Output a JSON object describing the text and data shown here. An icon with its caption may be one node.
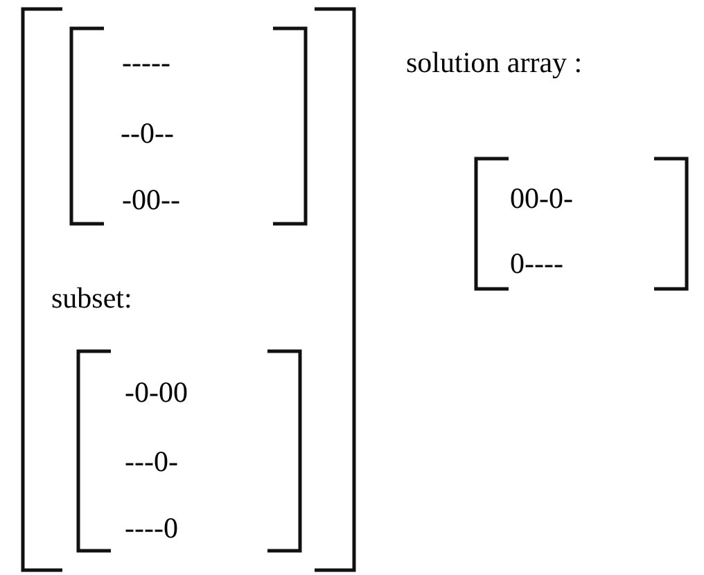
{
  "diagram": {
    "nodes": [
      {
        "text": [
          "subset:"
        ]
      },
      {
        "text": [
          "-----",
          "--0--",
          "-00--"
        ],
        "in": 0
      },
      {
        "text": [
          "-0-00",
          "---0-",
          "----0"
        ],
        "in": 0
      },
      {
        "text": [
          "solution array :",
          "00-0-",
          "0----"
        ]
      }
    ]
  }
}
